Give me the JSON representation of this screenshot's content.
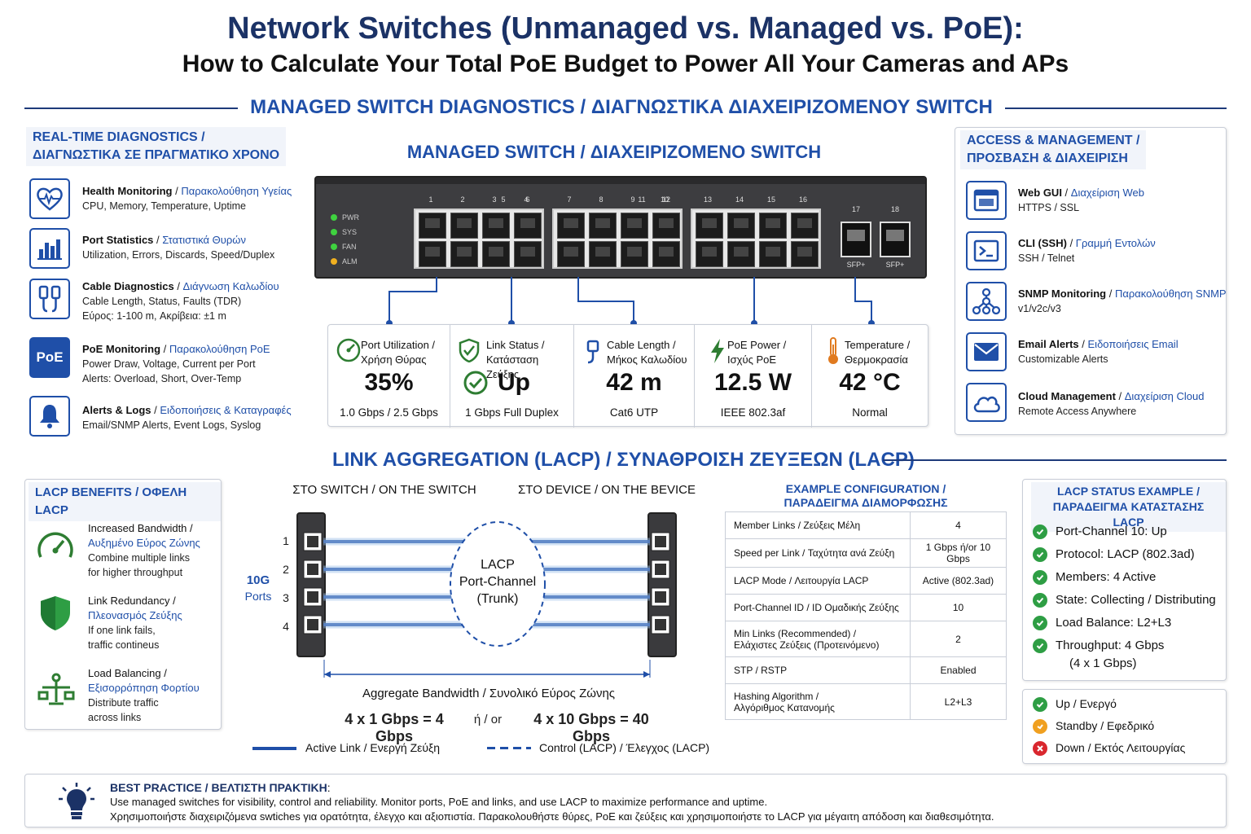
{
  "header": {
    "title": "Network Switches (Unmanaged vs. Managed vs. PoE):",
    "subtitle": "How to Calculate Your Total PoE Budget to Power All Your Cameras and APs"
  },
  "diagnostics_section": {
    "title": "MANAGED SWITCH DIAGNOSTICS / ΔΙΑΓΝΩΣΤΙΚΑ ΔΙΑΧΕΙΡΙΖΟΜΕΝΟΥ SWITCH"
  },
  "realtime": {
    "head_line1": "REAL-TIME DIAGNOSTICS /",
    "head_line2": "ΔΙΑΓΝΩΣΤΙΚΑ ΣΕ ΠΡΑΓΜΑΤΙΚΟ ΧΡΟΝΟ",
    "items": [
      {
        "title": "Health Monitoring",
        "gr": "Παρακολούθηση Υγείας",
        "sub1": "CPU, Memory, Temperature, Uptime",
        "sub2": "",
        "sub3": ""
      },
      {
        "title": "Port Statistics",
        "gr": "Στατιστικά Θυρών",
        "sub1": "Utilization, Errors, Discards, Speed/Duplex",
        "sub2": "",
        "sub3": ""
      },
      {
        "title": "Cable Diagnostics",
        "gr": "Διάγνωση Καλωδίου",
        "sub1": "Cable Length, Status, Faults (TDR)",
        "sub2": "Εύρος: 1-100 m, Ακρίβεια: ±1 m",
        "sub3": ""
      },
      {
        "title": "PoE Monitoring",
        "gr": "Παρακολούθηση PoE",
        "sub1": "Power Draw, Voltage, Current per Port",
        "sub2": "Alerts: Overload, Short, Over-Temp",
        "sub3": ""
      },
      {
        "title": "Alerts & Logs",
        "gr": "Ειδοποιήσεις & Καταγραφές",
        "sub1": "Email/SNMP Alerts, Event Logs, Syslog",
        "sub2": "",
        "sub3": ""
      }
    ],
    "poe_icon_text": "PoE"
  },
  "switch": {
    "title": "MANAGED SWITCH / ΔΙΑΧΕΙΡΙΖΟΜΕΝΟ SWITCH",
    "leds": [
      "PWR",
      "SYS",
      "FAN",
      "ALM"
    ],
    "port_numbers_top": [
      "1",
      "2",
      "3",
      "4",
      "5",
      "6",
      "7",
      "8",
      "9",
      "10",
      "11",
      "12",
      "13",
      "14",
      "15",
      "16"
    ],
    "sfp_numbers": [
      "17",
      "18"
    ],
    "sfp_label": "SFP+"
  },
  "metrics": [
    {
      "label1": "Port Utilization /",
      "label2": "Χρήση Θύρας",
      "value": "35%",
      "sub": "1.0 Gbps / 2.5 Gbps",
      "icon": "gauge-icon"
    },
    {
      "label1": "Link Status /",
      "label2": "Κατάσταση Ζεύξης",
      "value": "Up",
      "sub": "1 Gbps Full Duplex",
      "icon": "check-circle-icon"
    },
    {
      "label1": "Cable Length /",
      "label2": "Μήκος Καλωδίου",
      "value": "42 m",
      "sub": "Cat6 UTP",
      "icon": "cable-icon"
    },
    {
      "label1": "PoE Power /",
      "label2": "Ισχύς PoE",
      "value": "12.5 W",
      "sub": "IEEE 802.3af",
      "icon": "bolt-icon"
    },
    {
      "label1": "Temperature /",
      "label2": "Θερμοκρασία",
      "value": "42 °C",
      "sub": "Normal",
      "icon": "thermometer-icon"
    }
  ],
  "access": {
    "head_line1": "ACCESS & MANAGEMENT /",
    "head_line2": "ΠΡΟΣΒΑΣΗ & ΔΙΑΧΕΙΡΙΣΗ",
    "items": [
      {
        "title": "Web GUI",
        "gr": "Διαχείριση Web",
        "sub": "HTTPS / SSL"
      },
      {
        "title": "CLI (SSH)",
        "gr": "Γραμμή Εντολών",
        "sub": "SSH / Telnet"
      },
      {
        "title": "SNMP Monitoring",
        "gr": "Παρακολούθηση SNMP",
        "sub": "v1/v2c/v3"
      },
      {
        "title": "Email Alerts",
        "gr": "Ειδοποιήσεις Email",
        "sub": "Customizable Alerts"
      },
      {
        "title": "Cloud Management",
        "gr": "Διαχείριση Cloud",
        "sub": "Remote Access Anywhere"
      }
    ]
  },
  "lacp_section": {
    "title": "LINK AGGREGATION (LACP) / ΣΥΝΑΘΡΟΙΣΗ ΖΕΥΞΕΩΝ (LACP)"
  },
  "benefits": {
    "head": "LACP BENEFITS / ΟΦΕΛΗ LACP",
    "items": [
      {
        "title": "Increased Bandwidth /",
        "gr": "Αυξημένο Εύρος Ζώνης",
        "sub1": "Combine multiple links",
        "sub2": "for higher throughput"
      },
      {
        "title": "Link Redundancy /",
        "gr": "Πλεονασμός Ζεύξης",
        "sub1": "If one link fails,",
        "sub2": "traffic contineus"
      },
      {
        "title": "Load Balancing /",
        "gr": "Εξισορρόπηση Φορτίου",
        "sub1": "Distribute traffic",
        "sub2": "across links"
      }
    ]
  },
  "lacp_diagram": {
    "left_label": "ΣΤΟ SWITCH / ON THE SWITCH",
    "right_label": "ΣΤΟ DEVICE / ON THE BEVICE",
    "ports_label1": "10G",
    "ports_label2": "Ports",
    "link_numbers": [
      "1",
      "2",
      "3",
      "4"
    ],
    "channel1": "LACP",
    "channel2": "Port-Channel",
    "channel3": "(Trunk)",
    "aggregate_label": "Aggregate Bandwidth / Συνολικό Εύρος Ζώνης",
    "calc1": "4 x 1 Gbps = 4 Gbps",
    "calc_or": "ή / or",
    "calc2": "4 x 10 Gbps = 40 Gbps",
    "legend_active": "Active Link / Ενεργή Ζεύξη",
    "legend_control": "Control (LACP) / Έλεγχος (LACP)"
  },
  "config": {
    "head_line1": "EXAMPLE CONFIGURATION /",
    "head_line2": "ΠΑΡΑΔΕΙΓΜΑ ΔΙΑΜΟΡΦΩΣΗΣ",
    "rows": [
      {
        "k1": "Member Links / Ζεύξεις Μέλη",
        "k2": "",
        "v": "4"
      },
      {
        "k1": "Speed per Link / Ταχύτητα ανά Ζεύξη",
        "k2": "",
        "v": "1 Gbps ή/or 10 Gbps"
      },
      {
        "k1": "LACP Mode / Λειτουργία LACP",
        "k2": "",
        "v": "Active (802.3ad)"
      },
      {
        "k1": "Port-Channel ID / ID Ομαδικής Ζεύξης",
        "k2": "",
        "v": "10"
      },
      {
        "k1": "Min Links (Recommended) /",
        "k2": "Ελάχιστες Ζεύξεις (Προτεινόμενο)",
        "v": "2"
      },
      {
        "k1": "STP / RSTP",
        "k2": "",
        "v": "Enabled"
      },
      {
        "k1": "Hashing Algorithm /",
        "k2": "Αλγόριθμος Κατανομής",
        "v": "L2+L3"
      }
    ]
  },
  "lacp_status": {
    "head_line1": "LACP STATUS EXAMPLE /",
    "head_line2": "ΠΑΡΑΔΕΙΓΜΑ ΚΑΤΑΣΤΑΣΗΣ LACP",
    "lines": [
      "Port-Channel 10: Up",
      "Protocol: LACP (802.3ad)",
      "Members: 4 Active",
      "State: Collecting / Distributing",
      "Load Balance: L2+L3",
      "Throughput: 4 Gbps"
    ],
    "throughput_extra": "(4 x 1 Gbps)"
  },
  "legend_status": [
    {
      "label": "Up / Ενεργό",
      "color": "#2e9e44"
    },
    {
      "label": "Standby / Εφεδρικό",
      "color": "#f0a020"
    },
    {
      "label": "Down / Εκτός Λειτουργίας",
      "color": "#d9272e"
    }
  ],
  "best_practice": {
    "head": "BEST PRACTICE / ΒΕΛΤΙΣΤΗ ΠΡΑΚΤΙΚΗ",
    "colon": ":",
    "line1": "Use managed switches for visibility, control and reliability. Monitor ports, PoE and links, and use LACP to maximize performance and uptime.",
    "line2": "Χρησιμοποιήστε διαχειριζόμενα swtiches για ορατότητα, έλεγχο και αξιοπιστία. Παρακολουθήστε θύρες, PoE και ζεύξεις και χρησιμοποιήστε το LACP για μέγαιτη απόδοση και διαθεσιμότητα."
  }
}
